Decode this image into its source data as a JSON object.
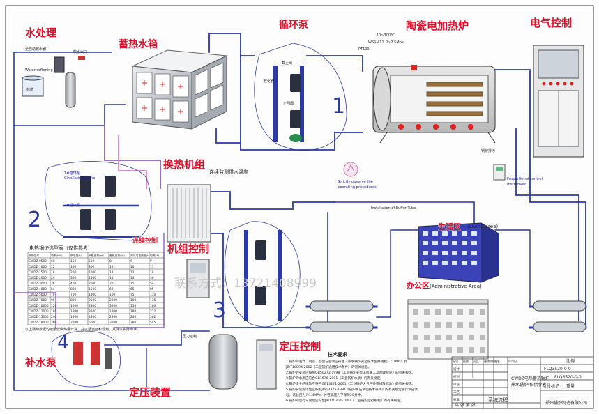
{
  "section_titles": {
    "water_treatment": "水处理",
    "storage_tank": "蓄热水箱",
    "circulation_pump": "循环泵",
    "boiler": "陶瓷电加热炉",
    "electric_control": "电气控制",
    "heat_exchanger": "换热机组",
    "unit_control": "机组控制",
    "living_area": "生活区",
    "living_area_en": "(Living area)",
    "office_area": "办公区",
    "office_area_en": "(Administrative Area)",
    "makeup_pump": "补水泵",
    "pressure_device": "定压装置",
    "pressure_control": "定压控制"
  },
  "labels": {
    "continuous_monitor": "连续监测供水温度",
    "water_softening_cn": "全自动软水器",
    "water_softening_en": "Water softening",
    "softener_outlet": "软水出口",
    "salt_box": "盐箱",
    "observe_en_1": "Strictly observe the",
    "observe_en_2": "operating procedures",
    "proportional_1": "Proportional control",
    "proportional_2": "instrument",
    "buffer_tube": "Installation of Buffer Tube",
    "pump1_cn": "1#循环泵",
    "pump2_cn": "2#循环泵",
    "circ_pump_en": "Circulating pump",
    "linkage": "连续控制",
    "pressure_ctrl": "压力控制",
    "boiler_drain": "锅炉排污",
    "wss": "WSS-411",
    "pt100": "PT100",
    "range_top": "10~300℃",
    "pressure_range": "0~2.5Mpa",
    "stop_valve": "截止阀",
    "check_valve": "止回阀",
    "softener_small": "软化器",
    "num1": "1",
    "num2": "2",
    "num3": "3",
    "num4": "4",
    "watermark": "联系方式：13721408999"
  },
  "selection_table": {
    "caption": "电热锅炉选型表（仅供参考）",
    "headers": [
      "锅炉型号",
      "功率(kW)",
      "供水量(t)",
      "采暖面积(㎡)",
      "蓄热面积(㎡)",
      "对户用蓄热量(t)",
      "电流(A)"
    ],
    "rows": [
      [
        "CWDZ-0500",
        "60",
        "150",
        "500",
        "8",
        "9",
        "9"
      ],
      [
        "CWDZ-1000",
        "12",
        "180",
        "800",
        "10",
        "10",
        "11"
      ],
      [
        "CWDZ-1500",
        "18",
        "200",
        "1000",
        "12",
        "12",
        "18"
      ],
      [
        "CWDZ-2000",
        "24",
        "300",
        "1500",
        "15",
        "14",
        "36"
      ],
      [
        "CWDZ-3000",
        "36",
        "400",
        "2000",
        "20",
        "15",
        "54"
      ],
      [
        "CWDZ-4000",
        "54",
        "800",
        "1500",
        "60",
        "65",
        "85"
      ],
      [
        "CWDZ-5000",
        "70",
        "700",
        "1800",
        "100",
        "75",
        "110"
      ],
      [
        "CWDZ-7000",
        "90",
        "800",
        "2500",
        "2000",
        "100",
        "135"
      ],
      [
        "CWDZ-10000",
        "120",
        "1000",
        "2800",
        "3000",
        "150",
        "180"
      ],
      [
        "CWDZ-12000",
        "180",
        "1800",
        "3200",
        "1800",
        "180",
        "272"
      ],
      [
        "CWDZ-15000",
        "240",
        "1500",
        "4500",
        "2500",
        "240",
        "362"
      ],
      [
        "CWDZ-18000",
        "360",
        "2000",
        "5000",
        "3000",
        "280",
        "545"
      ]
    ],
    "footnote": "以上锅炉数据均按最低供热量计算，并以适当面积规划。具体以实际为准。"
  },
  "tech_req": {
    "title": "技术要求",
    "lines": [
      "1.锅炉的设计、制造、检验与验收应符合《热水锅炉安全技术监察规程》（1996）及",
      "  JB/T10094-2002《工业锅炉通用技术条件》的有关规定。",
      "2.锅炉的安装应按照GB50273-1998《工业锅炉安装工程施工及验收规范》的有关规定。",
      "3.锅炉的水质应符合GB1576-2001《工业锅炉水质》的有关规定。",
      "4.锅炉煤尘的排放应符合GB13271-2001《工业锅炉大气污染物排放标准》的有关规定。",
      "5.锅炉安装完毕后应按照JB/T3375-1991《锅炉水压试验技术条件》的有关规定进行水压试",
      "  验，试验压力为1.4MPa，并在此压力下保持20分钟。",
      "6.锅炉的运行与管理应符合JB/T10354-2002《工业锅炉运行规程》的有关规定。"
    ]
  },
  "title_block": {
    "desc_line1": "CWDZ电热蓄热锅炉",
    "desc_line2": "热水锅炉(仅供参考)",
    "drawing_no": "FLQ3520-0-0",
    "drawing_no2": "FLQ3520-0-0",
    "drawing_name": "系统流程",
    "company": "郑州锅炉制造有限公司",
    "col_headers": [
      "标记",
      "处数",
      "分区",
      "更改文件号",
      "签名",
      "年月日"
    ],
    "roles": [
      "设计",
      "校对",
      "审核",
      "工艺",
      "批准"
    ],
    "stage": "阶段标记",
    "weight": "重量",
    "scale": "比例",
    "sheet": "共 张 第 张"
  },
  "colors": {
    "title_red": "#e0102a",
    "pipe_blue": "#2a3aa0",
    "pipe_purple": "#8f5fc0",
    "pipe_pink": "#d87fc4",
    "building_blue": "#3a44b8",
    "tank_gray": "#9aa0a8",
    "boiler_tan": "#c8b48c"
  }
}
